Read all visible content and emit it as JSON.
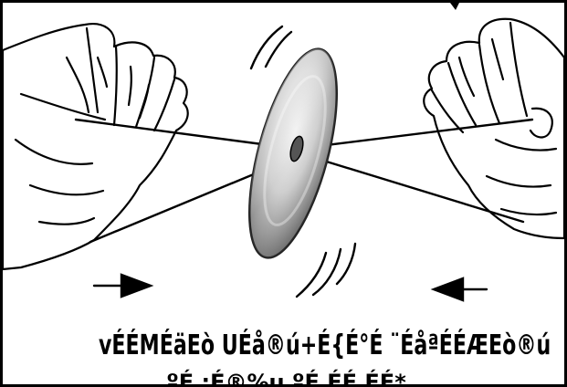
{
  "caption": {
    "line1": "vÉÉMÉäEò UÉå®ú+É{É°É ¨ÉåªÉÉÆEò®ú",
    "line2": "ºÉ ;É®%u ºÉ ÉÉ ÉÉ*"
  },
  "illustration": {
    "subject": "spinning-disc-on-twisted-string-between-two-hands",
    "colors": {
      "ink": "#000000",
      "paper": "#ffffff",
      "disc_light": "#e6e6e6",
      "disc_dark": "#8a8a8a"
    },
    "arrows": [
      "arrow-right",
      "arrow-left"
    ]
  }
}
